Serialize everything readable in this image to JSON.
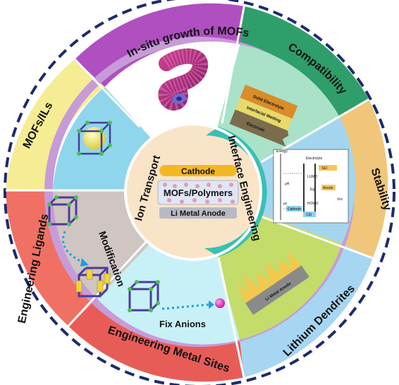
{
  "outer_segments": [
    {
      "label": "In-situ growth of MOFs",
      "color": "#b04fc0"
    },
    {
      "label": "Compatibility",
      "color": "#2e9e6b"
    },
    {
      "label": "Stability",
      "color": "#f0c67a"
    },
    {
      "label": "Lithium Dendrites",
      "color": "#a7d6f2"
    },
    {
      "label": "Engineering Metal Sites",
      "color": "#e85c58"
    },
    {
      "label": "Engineering Ligands",
      "color": "#f07064"
    },
    {
      "label": "MOFs/ILs",
      "color": "#f5ec93"
    }
  ],
  "inner_ring": {
    "left_label": "Ion Transport",
    "right_label": "Interface Engineering"
  },
  "center": {
    "cathode": "Cathode",
    "mofs_polymers": "MOFs/Polymers",
    "anode": "Li Metal Anode"
  },
  "panels": {
    "compatibility_layers": [
      "Solid Electrolyte",
      "Interfacial Wetting",
      "Electrode"
    ],
    "modification": "Modification",
    "fix_anions": "Fix Anions",
    "li_metal_anode": "Li Metal Anode",
    "stability_diagram": {
      "energy": "Energy",
      "electrolyte": "Electrolyte",
      "sei": "SEI",
      "lumo": "LUMO",
      "homo": "HOMO",
      "anode": "Anode",
      "cathode": "Cathode",
      "cei": "CEI",
      "eg": "Eg",
      "voc": "Voc",
      "ua": "μA",
      "uc": "μc"
    }
  }
}
